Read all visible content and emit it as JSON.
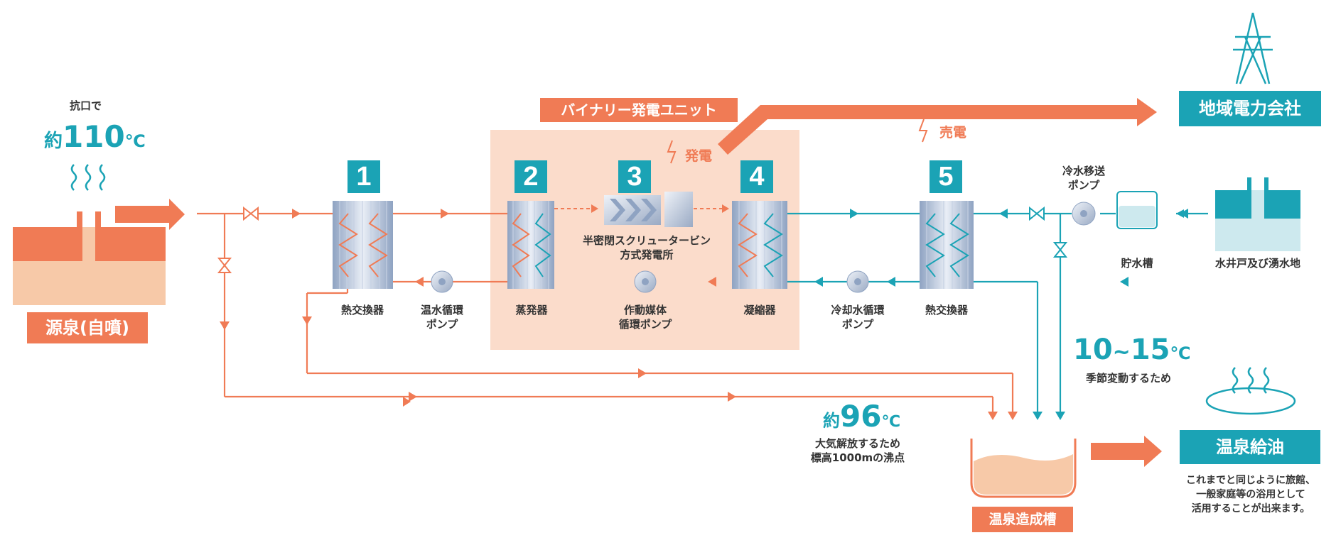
{
  "source": {
    "label": "源泉(自噴)",
    "outlet_label": "抗口で",
    "temp_prefix": "約",
    "temp_value": "110",
    "temp_unit": "℃"
  },
  "unit_title": "バイナリー発電ユニット",
  "generation_label": "発電",
  "sale_label": "売電",
  "power_company": "地域電力会社",
  "steps": [
    {
      "number": "1",
      "label": "熱交換器"
    },
    {
      "number": "2",
      "label": "蒸発器"
    },
    {
      "number": "3",
      "label_line1": "半密閉スクリュータービン",
      "label_line2": "方式発電所"
    },
    {
      "number": "4",
      "label": "凝縮器"
    },
    {
      "number": "5",
      "label": "熱交換器"
    }
  ],
  "pumps": {
    "hot_water": {
      "line1": "温水循環",
      "line2": "ポンプ"
    },
    "working_fluid": {
      "line1": "作動媒体",
      "line2": "循環ポンプ"
    },
    "cooling_water": {
      "line1": "冷却水循環",
      "line2": "ポンプ"
    },
    "cold_transfer": {
      "line1": "冷水移送",
      "line2": "ポンプ"
    }
  },
  "storage_tank_label": "貯水槽",
  "water_source_label": "水井戸及び湧水地",
  "cold_temp": {
    "range_start": "10",
    "tilde": "~",
    "range_end": "15",
    "unit": "℃",
    "note": "季節変動するため"
  },
  "mixed_temp": {
    "prefix": "約",
    "value": "96",
    "unit": "℃",
    "note_line1": "大気解放するため",
    "note_line2": "標高1000mの沸点"
  },
  "mixing_tank_label": "温泉造成槽",
  "supply": {
    "title": "温泉給油",
    "desc_line1": "これまでと同じように旅館、",
    "desc_line2": "一般家庭等の浴用として",
    "desc_line3": "活用することが出来ます。"
  },
  "colors": {
    "hot": "#f07b55",
    "cold": "#1ba3b5",
    "unit_bg": "#fbdccb",
    "source_fill": "#f7c9a8"
  }
}
